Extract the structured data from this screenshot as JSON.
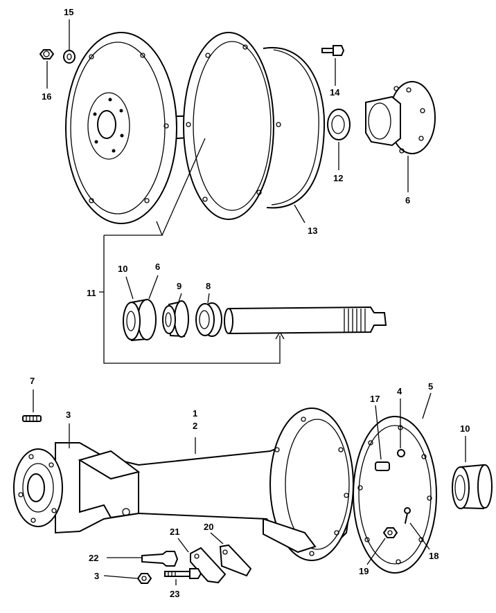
{
  "callouts": {
    "c1": "1",
    "c2": "2",
    "c3a": "3",
    "c3b": "3",
    "c4": "4",
    "c5": "5",
    "c6a": "6",
    "c6b": "6",
    "c7": "7",
    "c8": "8",
    "c9": "9",
    "c10a": "10",
    "c10b": "10",
    "c11": "11",
    "c12": "12",
    "c13": "13",
    "c14": "14",
    "c15": "15",
    "c16": "16",
    "c17": "17",
    "c18": "18",
    "c19": "19",
    "c20": "20",
    "c21": "21",
    "c22": "22",
    "c23": "23"
  }
}
